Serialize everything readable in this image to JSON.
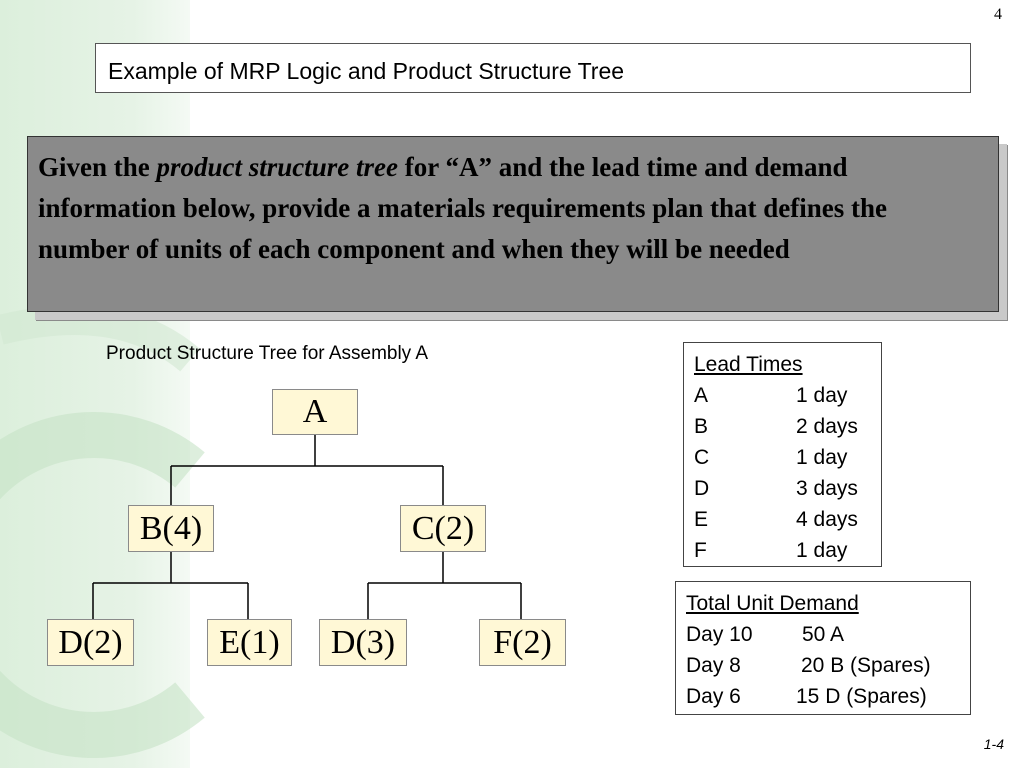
{
  "slide_number": "4",
  "title": "Example of MRP Logic and Product Structure Tree",
  "problem": {
    "prefix": "Given the ",
    "emphasis": "product structure tree",
    "suffix": " for “A” and the lead time and demand information below, provide a materials requirements plan that defines the number of units of each component and when they will be needed"
  },
  "tree": {
    "caption": "Product Structure Tree for Assembly A",
    "nodes": {
      "a": "A",
      "b": "B(4)",
      "c": "C(2)",
      "d_under_b": "D(2)",
      "e_under_b": "E(1)",
      "d_under_c": "D(3)",
      "f_under_c": "F(2)"
    }
  },
  "lead_times": {
    "header": "Lead Times",
    "rows": [
      {
        "item": "A",
        "time": "1 day"
      },
      {
        "item": "B",
        "time": "2 days"
      },
      {
        "item": "C",
        "time": "1 day"
      },
      {
        "item": "D",
        "time": "3 days"
      },
      {
        "item": "E",
        "time": "4 days"
      },
      {
        "item": "F",
        "time": "1 day"
      }
    ]
  },
  "demand": {
    "header": "Total Unit Demand",
    "rows": [
      {
        "day": "Day 10",
        "qty": "50 A"
      },
      {
        "day": "Day 8",
        "qty": "20 B (Spares)"
      },
      {
        "day": "Day 6",
        "qty": "15 D (Spares)"
      }
    ]
  },
  "footer": "1-4"
}
